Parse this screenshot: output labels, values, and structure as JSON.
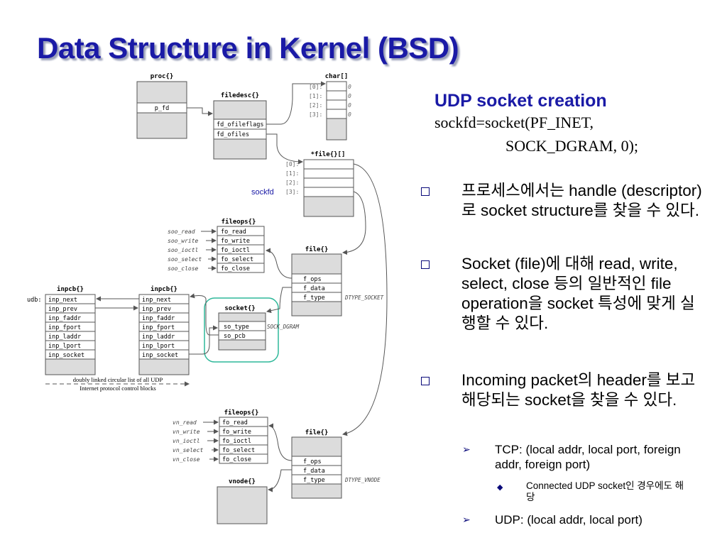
{
  "slide": {
    "title": "Data Structure in Kernel (BSD)"
  },
  "udp_creation": {
    "heading": "UDP socket creation",
    "code_line1": "sockfd=socket(PF_INET,",
    "code_line2": "SOCK_DGRAM, 0);"
  },
  "bullets": [
    {
      "text": "프로세스에서는 handle (descriptor)로 socket structure를 찾을 수 있다."
    },
    {
      "text": "Socket (file)에 대해 read, write, select, close 등의 일반적인 file operation을 socket 특성에 맞게 실행할 수 있다."
    },
    {
      "text": "Incoming packet의 header를 보고 해당되는 socket을 찾을 수 있다."
    }
  ],
  "sub_bullets": [
    {
      "text": "TCP: (local addr, local port, foreign addr, foreign port)"
    },
    {
      "text": "UDP: (local addr, local port)"
    }
  ],
  "subsub_bullet": {
    "text": "Connected UDP socket인 경우에도 해당"
  },
  "diagram": {
    "proc": {
      "title": "proc{}",
      "fields": [
        "p_fd"
      ]
    },
    "filedesc": {
      "title": "filedesc{}",
      "fields": [
        "fd_ofileflags",
        "fd_ofiles"
      ]
    },
    "char_array": {
      "title": "char[]",
      "indices": [
        "[0]:",
        "[1]:",
        "[2]:",
        "[3]:"
      ],
      "values": [
        "0",
        "0",
        "0",
        "0"
      ]
    },
    "file_array": {
      "title": "*file{}[]",
      "indices": [
        "[0]:",
        "[1]:",
        "[2]:",
        "[3]:"
      ],
      "sockfd_label": "sockfd"
    },
    "fileops_socket": {
      "title": "fileops{}",
      "fields": [
        "fo_read",
        "fo_write",
        "fo_ioctl",
        "fo_select",
        "fo_close"
      ],
      "funcs": [
        "soo_read",
        "soo_write",
        "soo_ioctl",
        "soo_select",
        "soo_close"
      ]
    },
    "file_socket": {
      "title": "file{}",
      "fields": [
        "f_ops",
        "f_data",
        "f_type"
      ],
      "type_label": "DTYPE_SOCKET"
    },
    "inpcb_head": {
      "title": "inpcb{}",
      "prefix": "udb:",
      "fields": [
        "inp_next",
        "inp_prev",
        "inp_faddr",
        "inp_fport",
        "inp_laddr",
        "inp_lport",
        "inp_socket"
      ]
    },
    "inpcb": {
      "title": "inpcb{}",
      "fields": [
        "inp_next",
        "inp_prev",
        "inp_faddr",
        "inp_fport",
        "inp_laddr",
        "inp_lport",
        "inp_socket"
      ]
    },
    "socket": {
      "title": "socket{}",
      "fields": [
        "so_type",
        "so_pcb"
      ],
      "type_label": "SOCK_DGRAM"
    },
    "list_note": {
      "line1": "doubly linked circular list of all UDP",
      "line2": "Internet protocol control blocks"
    },
    "fileops_vnode": {
      "title": "fileops{}",
      "fields": [
        "fo_read",
        "fo_write",
        "fo_ioctl",
        "fo_select",
        "fo_close"
      ],
      "funcs": [
        "vn_read",
        "vn_write",
        "vn_ioctl",
        "vn_select",
        "vn_close"
      ]
    },
    "file_vnode": {
      "title": "file{}",
      "fields": [
        "f_ops",
        "f_data",
        "f_type"
      ],
      "type_label": "DTYPE_VNODE"
    },
    "vnode": {
      "title": "vnode{}"
    }
  },
  "colors": {
    "title": "#1a1aa6",
    "highlight": "#2fb89a",
    "box_fill": "#dcdcdc",
    "line": "#555555"
  }
}
